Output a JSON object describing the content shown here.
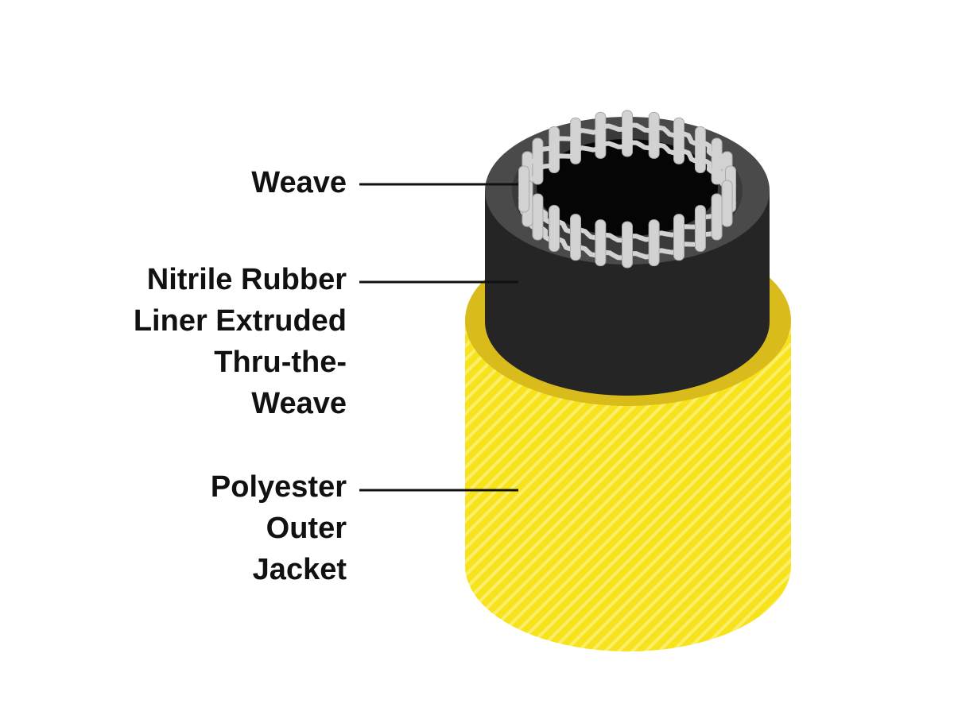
{
  "labels": {
    "weave": [
      "Weave"
    ],
    "liner": [
      "Nitrile Rubber",
      "Liner Extruded",
      "Thru-the-",
      "Weave"
    ],
    "jacket": [
      "Polyester",
      "Outer",
      "Jacket"
    ]
  },
  "colors": {
    "jacket": "#F7E31B",
    "jacket_stripe": "#FBEE6A",
    "jacket_rim": "#D9BC1C",
    "liner": "#252525",
    "liner_top": "#4A4A4A",
    "bore": "#050505",
    "weave": "#D2D2D2",
    "weave_shade": "#A9A9A9",
    "leader": "#111111"
  },
  "weave_strand_count": 24
}
